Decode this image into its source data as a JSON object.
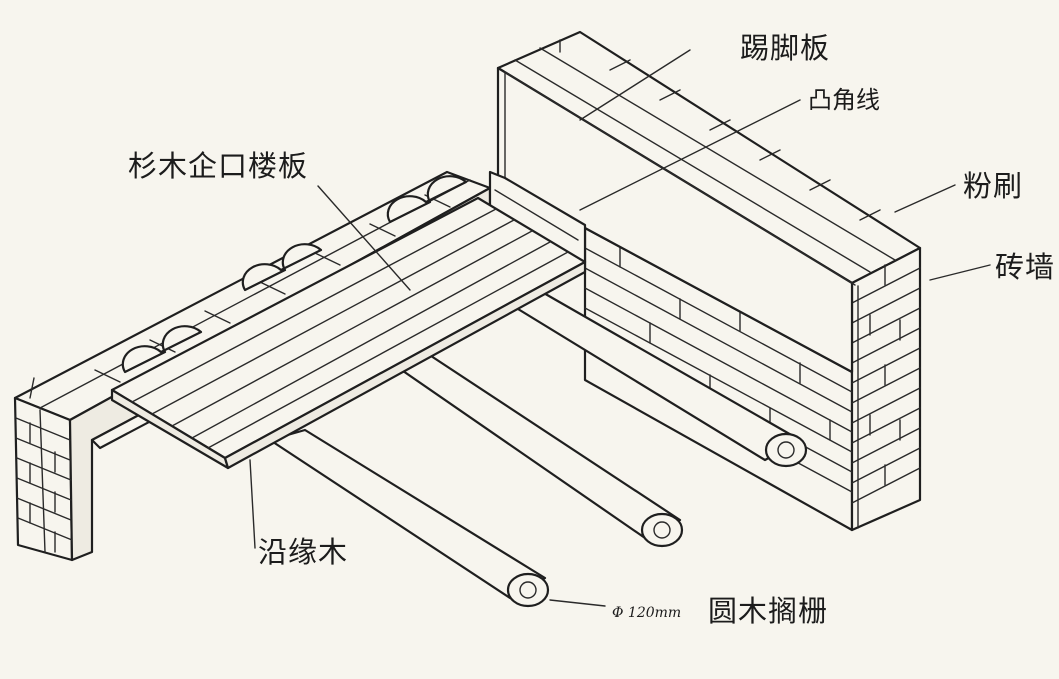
{
  "labels": {
    "skirting_board": "踢脚板",
    "convex_corner_line": "凸角线",
    "fir_tongue_groove_floor": "杉木企口楼板",
    "plaster": "粉刷",
    "brick_wall": "砖墙",
    "edge_timber": "沿缘木",
    "joist_spec": "Φ 120mm",
    "round_timber_joist": "圆木搁栅"
  }
}
